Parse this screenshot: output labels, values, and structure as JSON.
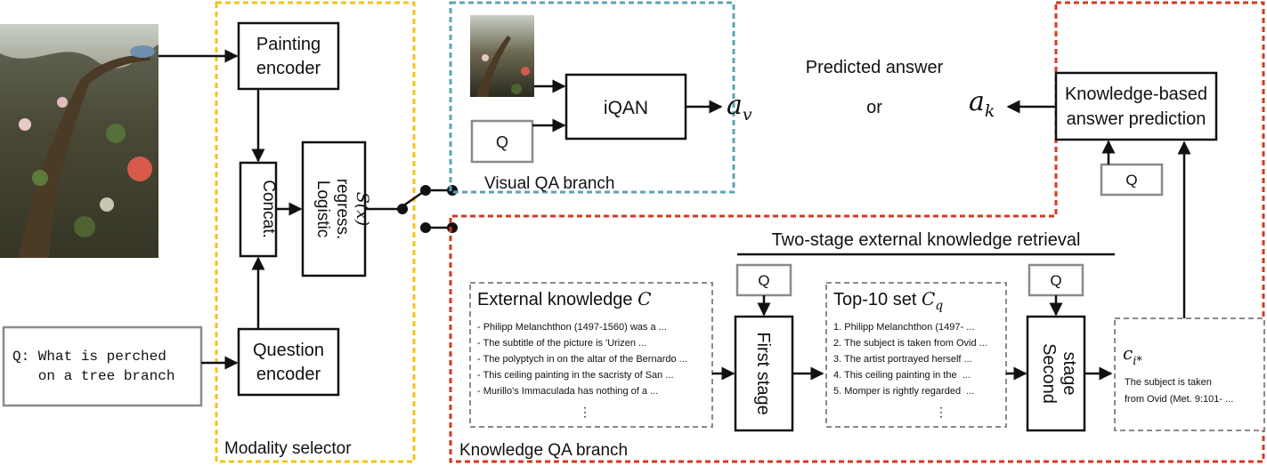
{
  "colors": {
    "modality_border": "#f2c21b",
    "visual_border": "#5ea3b2",
    "knowledge_border": "#d6381f",
    "gray_border": "#8a8a8a"
  },
  "selector": {
    "painting_encoder": [
      "Painting",
      "encoder"
    ],
    "question_encoder": [
      "Question",
      "encoder"
    ],
    "concat": "Concat.",
    "logistic": [
      "Logistic",
      "regress."
    ],
    "logistic_fn": "S(x)",
    "label": "Modality selector"
  },
  "question_input": {
    "lines": [
      "Q: What is perched",
      "   on a tree branch"
    ]
  },
  "visual_branch": {
    "iqan": "iQAN",
    "q": "Q",
    "label": "Visual QA branch"
  },
  "answers": {
    "predicted": "Predicted answer",
    "av": "a",
    "av_sub": "v",
    "or": "or",
    "ak": "a",
    "ak_sub": "k"
  },
  "kb_prediction": {
    "lines": [
      "Knowledge-based",
      "answer prediction"
    ],
    "q": "Q"
  },
  "knowledge_branch": {
    "title": "Two-stage external knowledge retrieval",
    "external_title": "External knowledge ",
    "external_sym": "C",
    "external_items": [
      "- Philipp Melanchthon (1497-1560) was a ...",
      "- The subtitle of the picture is 'Urizen ...",
      "- The polyptych in on the altar of the Bernardo ...",
      "- This ceiling painting in the sacristy of San ...",
      "- Murillo's Immaculada has nothing of a ..."
    ],
    "ellipsis": "⋮",
    "first_stage": "First stage",
    "stage_q1": "Q",
    "top10_title": "Top-10 set ",
    "top10_sym": "C",
    "top10_sub": "q",
    "top10_items": [
      "1. Philipp Melanchthon (1497- ...",
      "2. The subject is taken from Ovid ...",
      "3. The artist portrayed herself ...",
      "4. This ceiling painting in the  ...",
      "5. Momper is rightly regarded  ..."
    ],
    "second_stage": [
      "Second",
      "stage"
    ],
    "stage_q2": "Q",
    "ci_sym": "c",
    "ci_sub": "i*",
    "ci_text": [
      "The subject is taken",
      "from Ovid (Met. 9:101- ..."
    ],
    "label": "Knowledge QA branch"
  }
}
